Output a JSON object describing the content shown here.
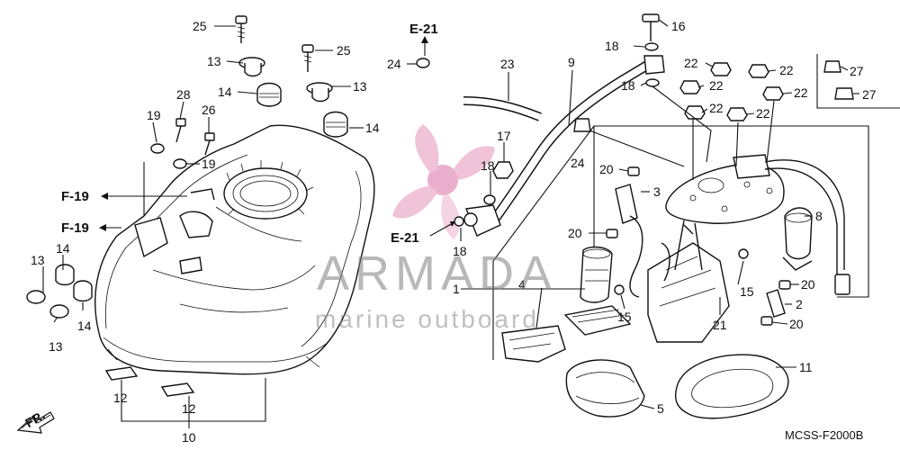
{
  "watermark": {
    "brand": "ARMADA",
    "tagline": "marine outboard",
    "logo_color": "#e7a2c4"
  },
  "diagram_code": "MCSS-F2000B",
  "direction_label": "FR.",
  "refs": {
    "e21_top": "E-21",
    "e21_bottom": "E-21",
    "f19_upper": "F-19",
    "f19_lower": "F-19"
  },
  "part_numbers": {
    "p1": "1",
    "p2": "2",
    "p3": "3",
    "p4": "4",
    "p5": "5",
    "p8": "8",
    "p9": "9",
    "p10": "10",
    "p11": "11",
    "p15a": "15",
    "p15b": "15",
    "p16": "16",
    "p17": "17",
    "p21": "21",
    "p23": "23",
    "p12a": "12",
    "p12b": "12",
    "p13a": "13",
    "p13b": "13",
    "p13c": "13",
    "p13d": "13",
    "p14a": "14",
    "p14b": "14",
    "p14c": "14",
    "p14d": "14",
    "p18a": "18",
    "p18b": "18",
    "p18c": "18",
    "p18d": "18",
    "p19a": "19",
    "p19b": "19",
    "p20a": "20",
    "p20b": "20",
    "p20c": "20",
    "p20d": "20",
    "p22a": "22",
    "p22b": "22",
    "p22c": "22",
    "p22d": "22",
    "p22e": "22",
    "p22f": "22",
    "p24a": "24",
    "p24b": "24",
    "p25a": "25",
    "p25b": "25",
    "p26": "26",
    "p27a": "27",
    "p27b": "27",
    "p28": "28"
  }
}
